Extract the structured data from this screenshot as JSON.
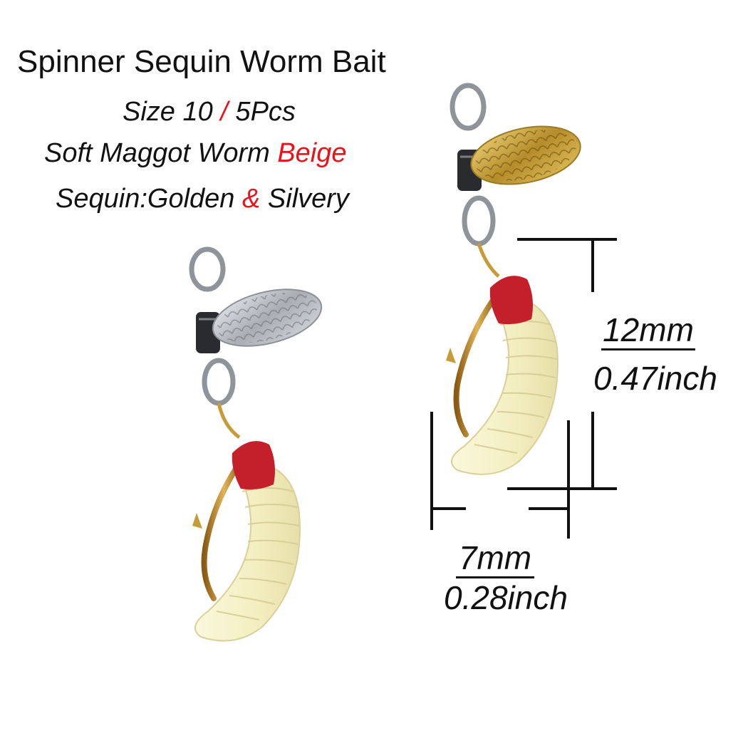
{
  "heading": {
    "title": "Spinner Sequin Worm Bait",
    "size_prefix": "Size 10 ",
    "size_slash": "/",
    "size_suffix": " 5Pcs",
    "worm_prefix": "Soft Maggot Worm ",
    "worm_color": "Beige",
    "sequin_prefix": "Sequin:Golden ",
    "sequin_amp": "&",
    "sequin_suffix": " Silvery"
  },
  "dimensions": {
    "length_mm": "12mm",
    "length_inch": "0.47inch",
    "width_mm": "7mm",
    "width_inch": "0.28inch"
  },
  "colors": {
    "accent_red": "#e8141b",
    "worm_beige": "#f4efc2",
    "worm_head_red": "#c4202c",
    "gold": "#c9a640",
    "silver": "#b9bcc2"
  }
}
